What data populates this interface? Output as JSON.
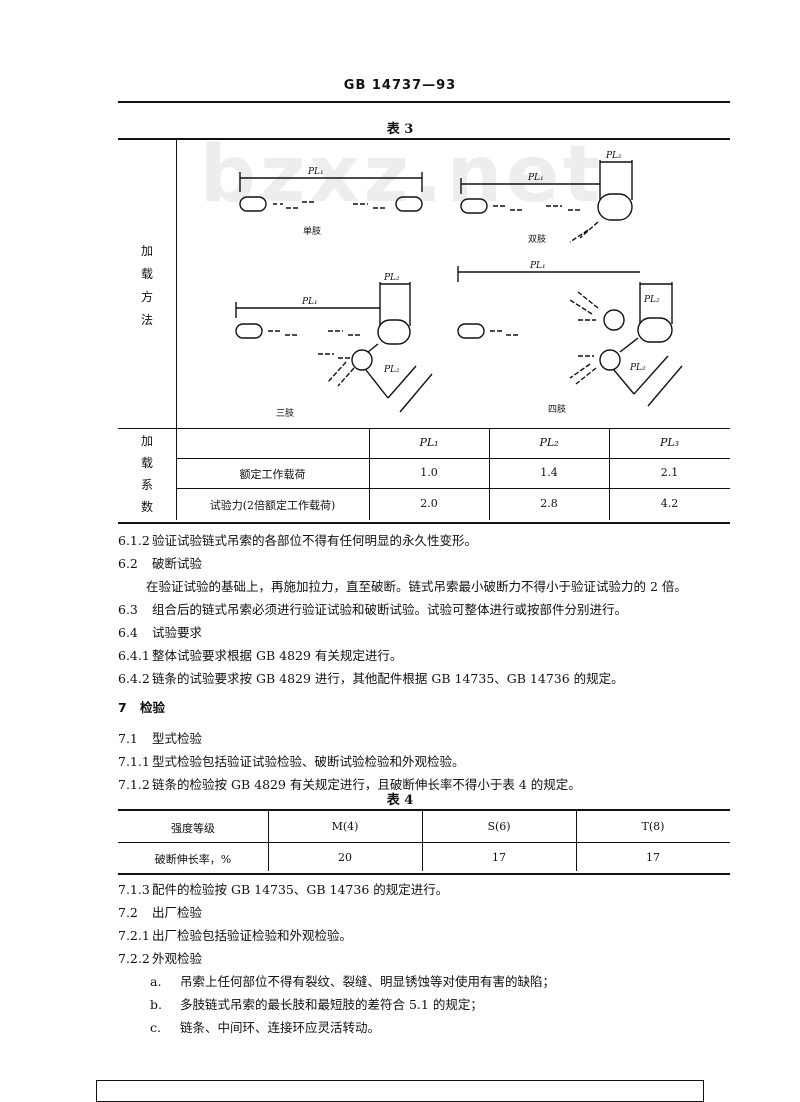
{
  "header": {
    "title": "GB 14737—93"
  },
  "watermark": "bzxz.net",
  "table3": {
    "caption": "表 3",
    "method_label": "加载方法",
    "coef_label": "加载系数",
    "diagrams": {
      "single": {
        "caption": "单肢",
        "label": "PL₁"
      },
      "double": {
        "caption": "双肢",
        "label1": "PL₁",
        "label2": "PL₂"
      },
      "triple": {
        "caption": "三肢",
        "label1": "PL₁",
        "label2": "PL₂",
        "label3": "PL₂"
      },
      "quad": {
        "caption": "四肢",
        "label1": "PL₁",
        "label2": "PL₂",
        "label3": "PL₂"
      }
    },
    "columns": [
      "PL₁",
      "PL₂",
      "PL₃"
    ],
    "rows": [
      {
        "label": "额定工作载荷",
        "values": [
          "1.0",
          "1.4",
          "2.1"
        ]
      },
      {
        "label": "试验力(2倍额定工作载荷)",
        "values": [
          "2.0",
          "2.8",
          "4.2"
        ]
      }
    ]
  },
  "paras": [
    {
      "num": "6.1.2",
      "text": "验证试验链式吊索的各部位不得有任何明显的永久性变形。"
    },
    {
      "num": "6.2",
      "text": "破断试验"
    },
    {
      "num": "",
      "text": "在验证试验的基础上，再施加拉力，直至破断。链式吊索最小破断力不得小于验证试验力的 2 倍。"
    },
    {
      "num": "6.3",
      "text": "组合后的链式吊索必须进行验证试验和破断试验。试验可整体进行或按部件分别进行。"
    },
    {
      "num": "6.4",
      "text": "试验要求"
    },
    {
      "num": "6.4.1",
      "text": "整体试验要求根据 GB 4829 有关规定进行。"
    },
    {
      "num": "6.4.2",
      "text": "链条的试验要求按 GB 4829 进行，其他配件根据 GB 14735、GB 14736 的规定。"
    },
    {
      "num": "7",
      "text": "检验"
    },
    {
      "num": "7.1",
      "text": "型式检验"
    },
    {
      "num": "7.1.1",
      "text": "型式检验包括验证试验检验、破断试验检验和外观检验。"
    },
    {
      "num": "7.1.2",
      "text": "链条的检验按 GB 4829 有关规定进行，且破断伸长率不得小于表 4 的规定。"
    }
  ],
  "table4": {
    "caption": "表 4",
    "header": [
      "强度等级",
      "M(4)",
      "S(6)",
      "T(8)"
    ],
    "row": [
      "破断伸长率，%",
      "20",
      "17",
      "17"
    ]
  },
  "paras2": [
    {
      "num": "7.1.3",
      "text": "配件的检验按 GB 14735、GB 14736 的规定进行。"
    },
    {
      "num": "7.2",
      "text": "出厂检验"
    },
    {
      "num": "7.2.1",
      "text": "出厂检验包括验证检验和外观检验。"
    },
    {
      "num": "7.2.2",
      "text": "外观检验"
    }
  ],
  "list": [
    {
      "mark": "a.",
      "text": "吊索上任何部位不得有裂纹、裂缝、明显锈蚀等对使用有害的缺陷；"
    },
    {
      "mark": "b.",
      "text": "多肢链式吊索的最长肢和最短肢的差符合 5.1 的规定；"
    },
    {
      "mark": "c.",
      "text": "链条、中间环、连接环应灵活转动。"
    }
  ]
}
